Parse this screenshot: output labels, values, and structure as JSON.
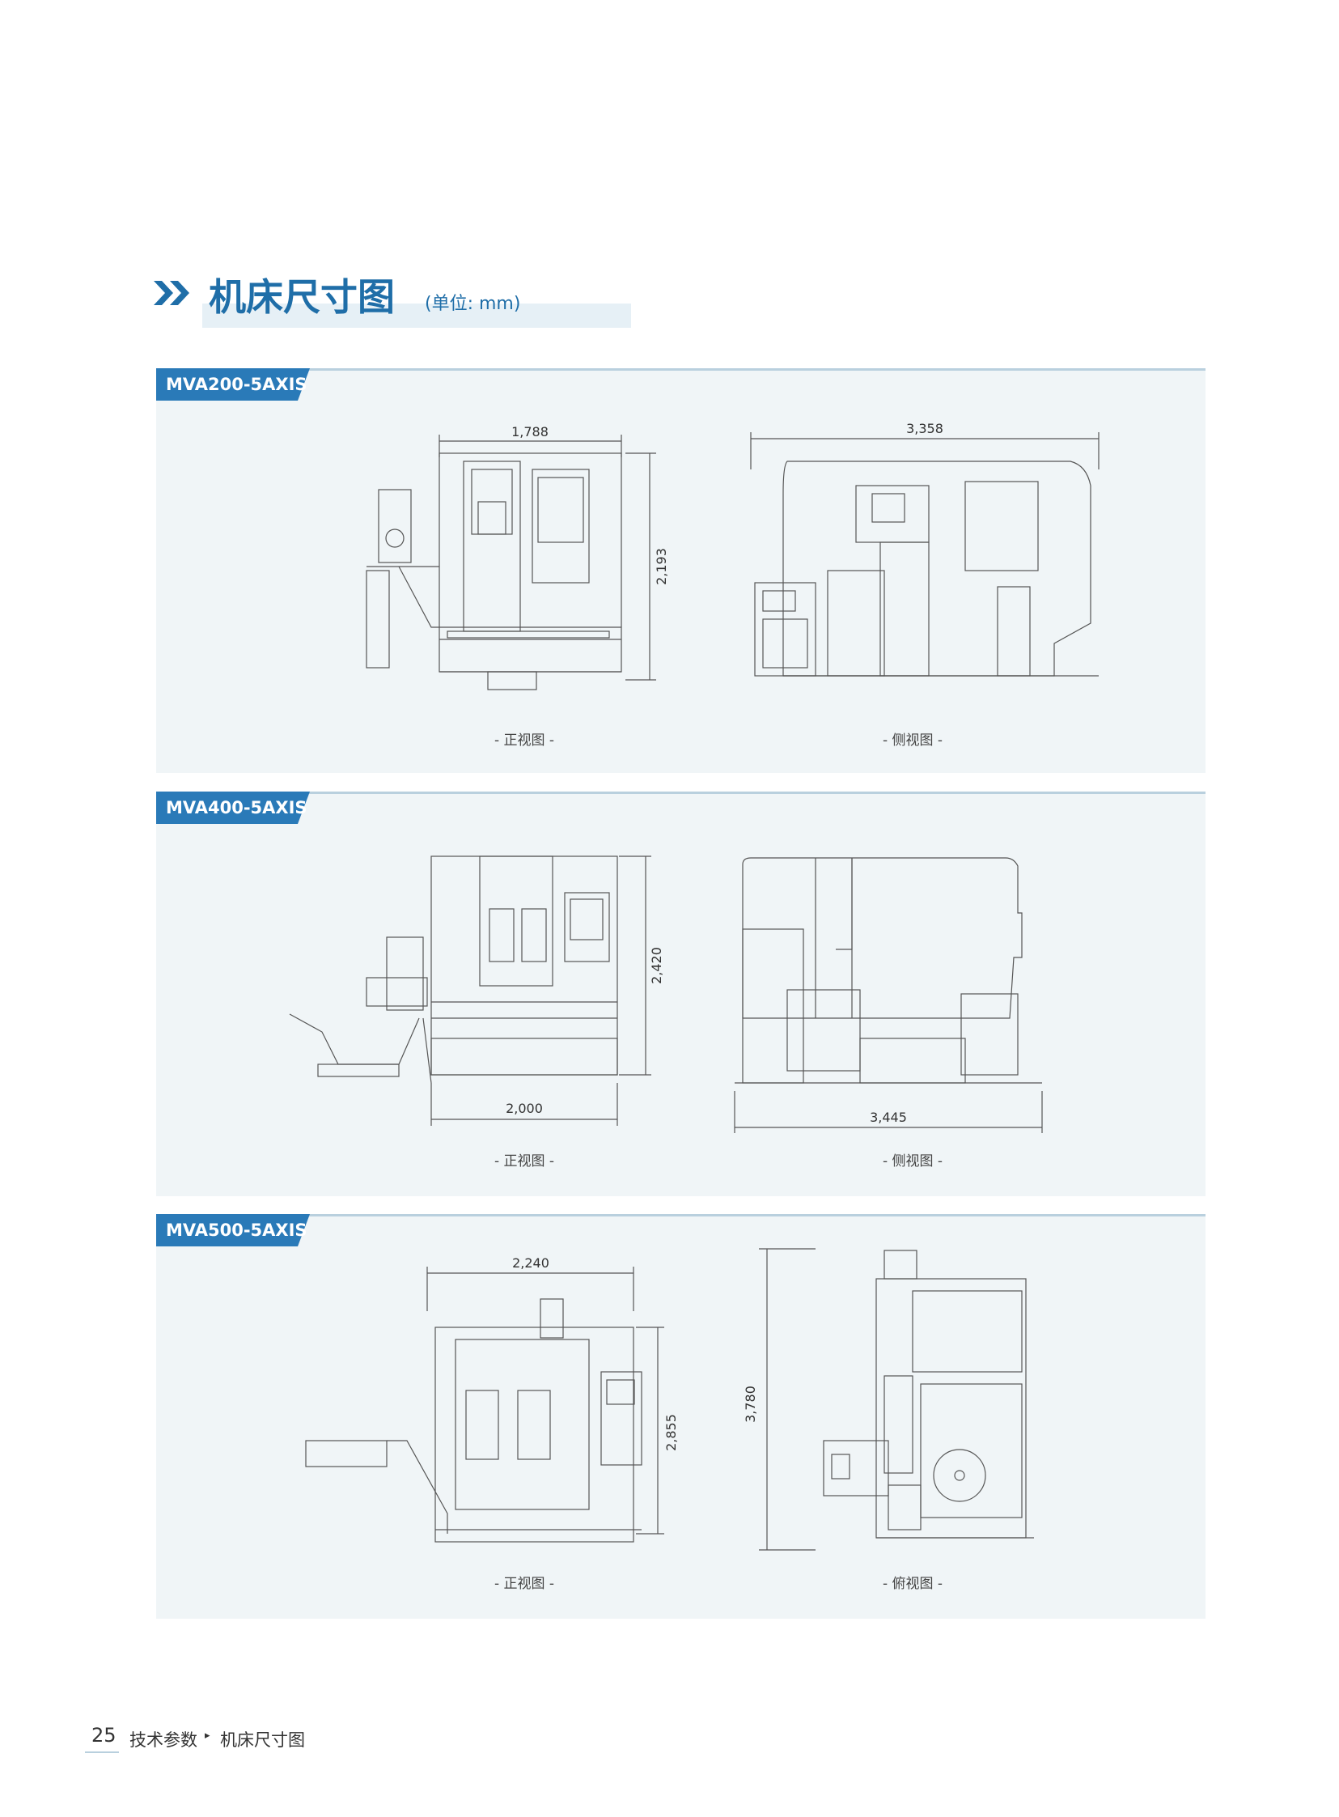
{
  "header": {
    "title": "机床尺寸图",
    "unit": "(单位: mm)"
  },
  "sections": [
    {
      "model": "MVA200-5AXIS",
      "front_view": {
        "caption": "- 正视图 -",
        "width": "1,788",
        "height": "2,193"
      },
      "second_view": {
        "caption": "- 侧视图 -",
        "width": "3,358"
      }
    },
    {
      "model": "MVA400-5AXIS",
      "front_view": {
        "caption": "- 正视图 -",
        "width": "2,000",
        "height": "2,420"
      },
      "second_view": {
        "caption": "- 侧视图 -",
        "width": "3,445"
      }
    },
    {
      "model": "MVA500-5AXIS",
      "front_view": {
        "caption": "- 正视图 -",
        "width": "2,240",
        "height": "2,855"
      },
      "second_view": {
        "caption": "- 俯视图 -",
        "height": "3,780"
      }
    }
  ],
  "footer": {
    "page_number": "25",
    "breadcrumb_section": "技术参数",
    "breadcrumb_page": "机床尺寸图"
  },
  "colors": {
    "brand_blue": "#1f6ea8",
    "panel_bg": "#f0f5f7",
    "tag_blue": "#2a7ab8"
  }
}
